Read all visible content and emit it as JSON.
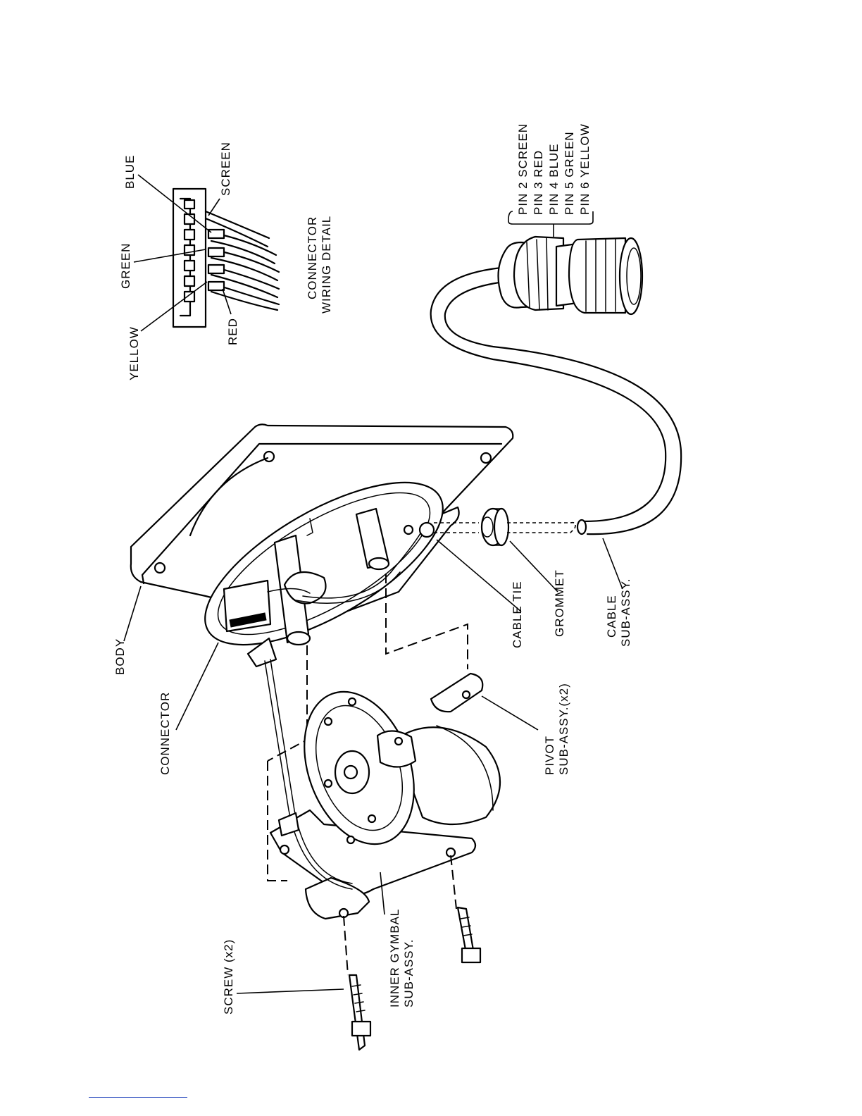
{
  "labels": {
    "connector_detail": {
      "blue": "BLUE",
      "screen": "SCREEN",
      "green": "GREEN",
      "yellow": "YELLOW",
      "red": "RED",
      "title_line1": "CONNECTOR",
      "title_line2": "WIRING DETAIL"
    },
    "pins": [
      "PIN 2  SCREEN",
      "PIN 3  RED",
      "PIN 4  BLUE",
      "PIN 5  GREEN",
      "PIN 6  YELLOW"
    ],
    "body": "BODY",
    "connector": "CONNECTOR",
    "cable_tie": "CABLE TIE",
    "grommet": "GROMMET",
    "cable_line1": "CABLE",
    "cable_line2": "SUB-ASSY.",
    "pivot_line1": "PIVOT",
    "pivot_line2": "SUB-ASSY.(x2)",
    "screw": "SCREW (x2)",
    "gymbal_line1": "INNER GYMBAL",
    "gymbal_line2": "SUB-ASSY."
  }
}
